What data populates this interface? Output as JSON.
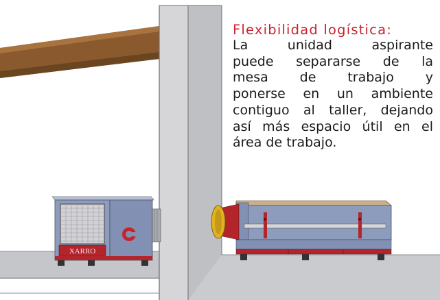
{
  "caption": {
    "title": "Flexibilidad logística:",
    "lines": [
      "La unidad aspirante",
      "puede separarse de la",
      "mesa de trabajo y",
      "ponerse en un ambiente",
      "contiguo al taller, dejando",
      "así más espacio útil en el",
      "área de trabajo."
    ]
  },
  "machine": {
    "brand": "XARRO"
  },
  "colors": {
    "title": "#c8232c",
    "accent_red": "#b3252b",
    "machine_blue": "#8d9bbd",
    "wall": "#d9d9da",
    "floor": "#c4c6ca",
    "beam": "#8a5a2e"
  }
}
